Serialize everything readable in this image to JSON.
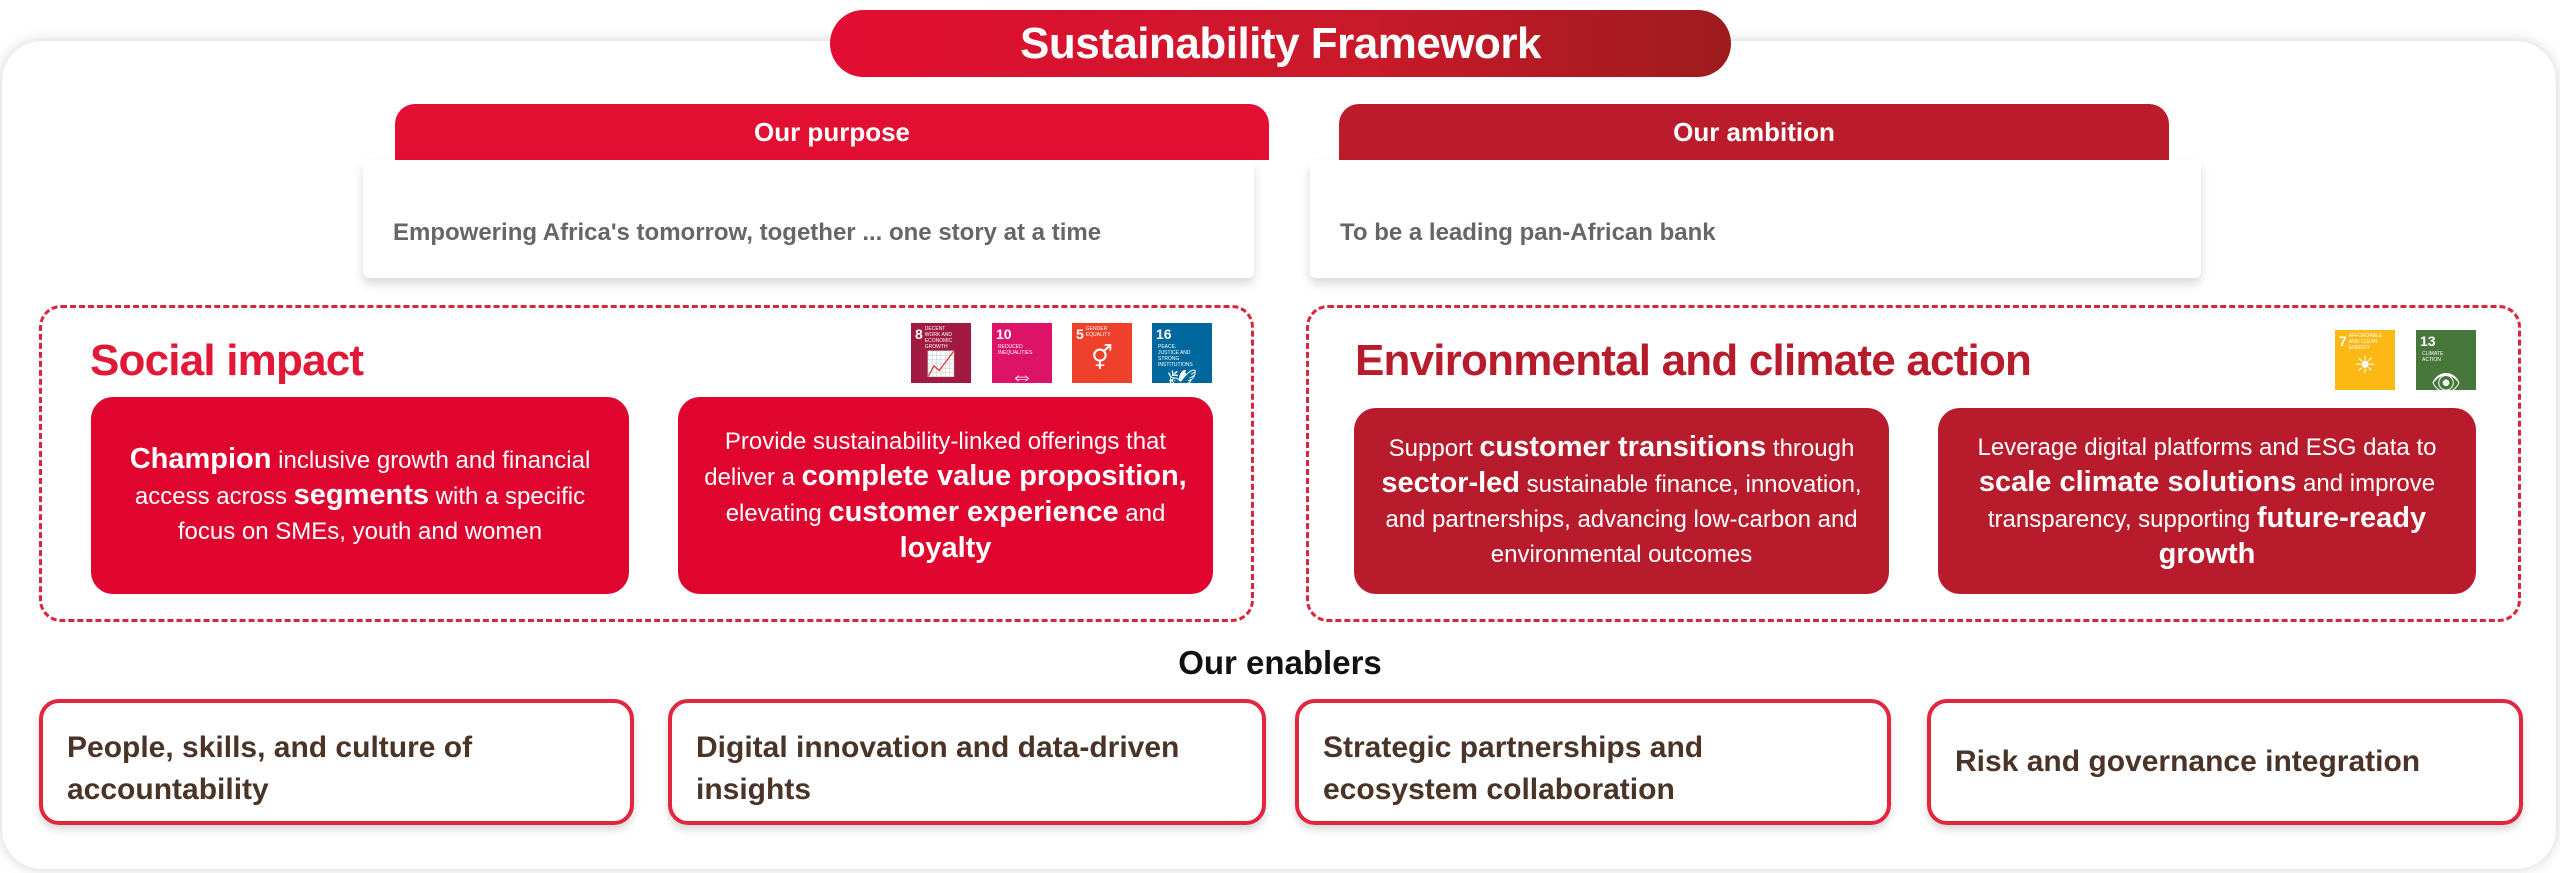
{
  "title": "Sustainability Framework",
  "purpose": {
    "label": "Our purpose",
    "text": "Empowering Africa's tomorrow, together ... one story at a time"
  },
  "ambition": {
    "label": "Our ambition",
    "text": "To be a leading pan-African bank"
  },
  "social": {
    "title": "Social impact",
    "sdgs": [
      {
        "num": "8",
        "label": "DECENT WORK AND ECONOMIC GROWTH",
        "color": "#a21942",
        "glyph": "📈"
      },
      {
        "num": "10",
        "label": "REDUCED INEQUALITIES",
        "color": "#dd1367",
        "glyph": "⇔"
      },
      {
        "num": "5",
        "label": "GENDER EQUALITY",
        "color": "#ef402b",
        "glyph": "⚥"
      },
      {
        "num": "16",
        "label": "PEACE, JUSTICE AND STRONG INSTITUTIONS",
        "color": "#00689d",
        "glyph": "🕊"
      }
    ],
    "cards": [
      [
        {
          "t": "Champion",
          "b": true
        },
        {
          "t": " inclusive growth and financial access across "
        },
        {
          "t": "segments",
          "b": true
        },
        {
          "t": " with a specific focus on SMEs, youth and women"
        }
      ],
      [
        {
          "t": "Provide sustainability-linked offerings that deliver a "
        },
        {
          "t": "complete value proposition,",
          "b": true
        },
        {
          "t": " elevating "
        },
        {
          "t": "customer experience",
          "b": true
        },
        {
          "t": " and "
        },
        {
          "t": "loyalty",
          "b": true
        }
      ]
    ]
  },
  "environment": {
    "title": "Environmental and climate action",
    "sdgs": [
      {
        "num": "7",
        "label": "AFFORDABLE AND CLEAN ENERGY",
        "color": "#fcb813",
        "glyph": "☀"
      },
      {
        "num": "13",
        "label": "CLIMATE ACTION",
        "color": "#48773c",
        "glyph": "👁"
      }
    ],
    "cards": [
      [
        {
          "t": "Support "
        },
        {
          "t": "customer transitions",
          "b": true
        },
        {
          "t": " through "
        },
        {
          "t": "sector-led",
          "b": true
        },
        {
          "t": " sustainable finance, innovation, and partnerships, advancing low-carbon and environmental outcomes"
        }
      ],
      [
        {
          "t": "Leverage digital platforms and ESG data to "
        },
        {
          "t": "scale climate solutions",
          "b": true
        },
        {
          "t": " and improve transparency, supporting "
        },
        {
          "t": "future-ready growth",
          "b": true
        }
      ]
    ]
  },
  "enablers": {
    "title": "Our enablers",
    "items": [
      "People, skills, and culture of accountability",
      "Digital innovation and data-driven insights",
      "Strategic partnerships and ecosystem collaboration",
      "Risk and governance integration"
    ]
  },
  "colors": {
    "social": "#e0052f",
    "environment": "#b81c2c",
    "title_social": "#e31837",
    "title_env": "#b81c2c"
  }
}
